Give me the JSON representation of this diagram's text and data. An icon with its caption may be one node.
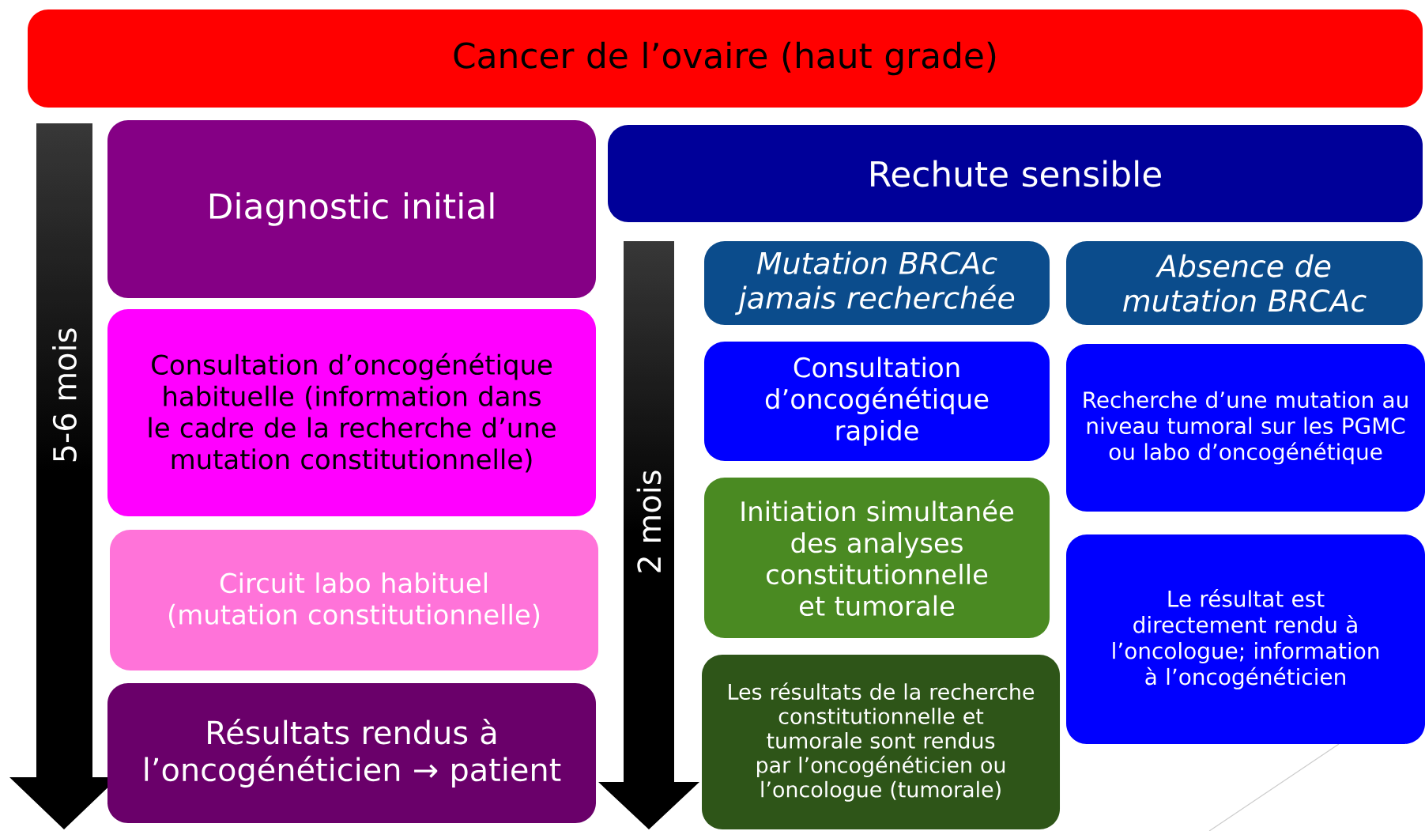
{
  "diagram": {
    "nodes": [
      {
        "text": [
          "Cancer de l’ovaire (haut grade)"
        ]
      },
      {
        "text": [
          "Diagnostic initial"
        ]
      },
      {
        "text": [
          "Consultation d’oncogénétique habituelle (information dans le cadre de la recherche d’une mutation constitutionnelle)"
        ]
      },
      {
        "text": [
          "Circuit labo habituel (mutation constitutionnelle)"
        ]
      },
      {
        "text": [
          "Résultats rendus à l’oncogénéticien → patient"
        ]
      },
      {
        "text": [
          "Rechute sensible"
        ]
      },
      {
        "text": [
          "Mutation BRCAc jamais recherchée"
        ]
      },
      {
        "text": [
          "Absence de mutation BRCAc"
        ]
      },
      {
        "text": [
          "Consultation d’oncogénétique rapide"
        ]
      },
      {
        "text": [
          "Recherche d’une mutation au niveau tumoral sur les PGMC ou labo d’oncogénétique"
        ]
      },
      {
        "text": [
          "Initiation simultanée des analyses constitutionnelle et tumorale"
        ]
      },
      {
        "text": [
          "Le résultat est directement rendu à l’oncologue; information à l’oncogénéticien"
        ]
      },
      {
        "text": [
          "Les résultats de la recherche constitutionnelle et tumorale sont rendus par l’oncogénéticien ou l’oncologue (tumorale)"
        ]
      }
    ],
    "labels": [
      "5-6 mois",
      "2 mois"
    ]
  }
}
